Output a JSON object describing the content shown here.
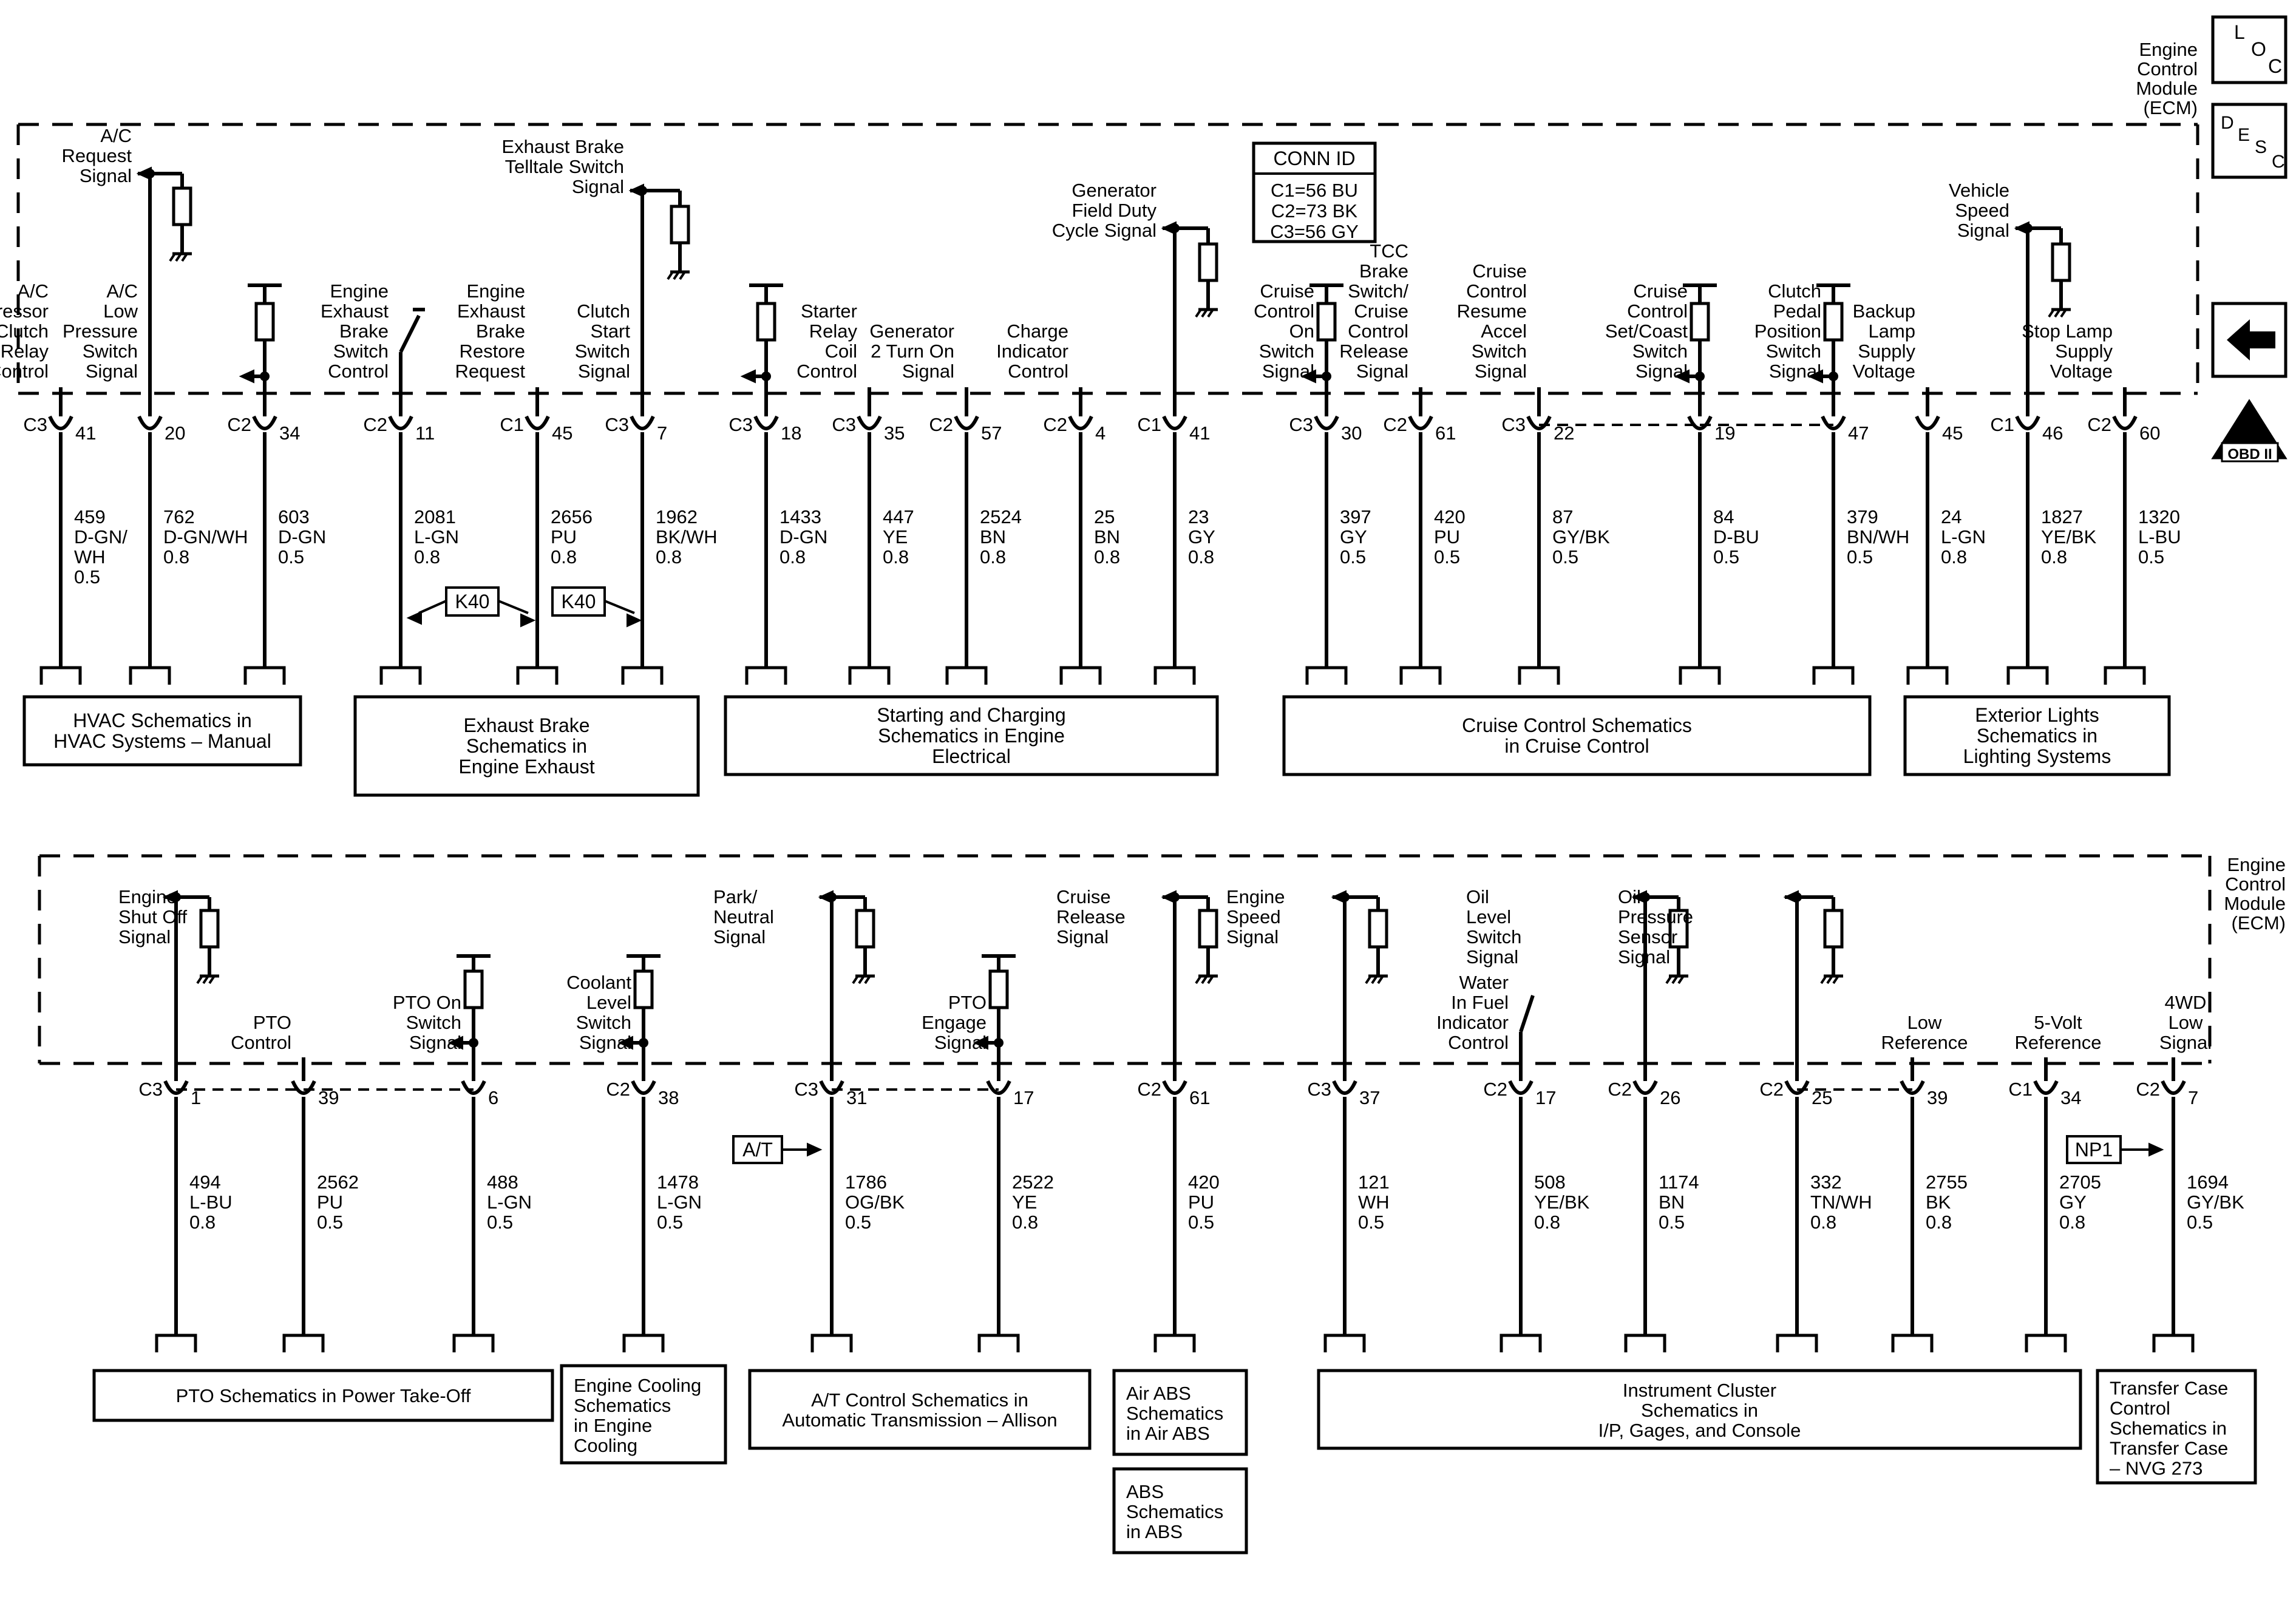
{
  "module": {
    "top_label": [
      "Engine",
      "Control",
      "Module",
      "(ECM)"
    ],
    "bottom_label": [
      "Engine",
      "Control",
      "Module",
      "(ECM)"
    ]
  },
  "side_icons": {
    "loc": [
      "L",
      "O",
      "C"
    ],
    "desc": [
      "D",
      "E",
      "S",
      "C"
    ],
    "obd": [
      "II",
      "OBD II"
    ]
  },
  "conn_id": {
    "title": "CONN ID",
    "lines": [
      "C1=56 BU",
      "C2=73 BK",
      "C3=56 GY"
    ]
  },
  "top_circuits": [
    {
      "conn": "C3",
      "pin": "41",
      "circuit": "459",
      "color": "D-GN/\nWH",
      "gauge": "0.5",
      "label": "A/C\nCompressor\nClutch\nRelay\nControl"
    },
    {
      "conn": "",
      "pin": "20",
      "circuit": "762",
      "color": "D-GN/WH",
      "gauge": "0.8",
      "label": "A/C\nLow\nPressure\nSwitch\nSignal"
    },
    {
      "conn": "C2",
      "pin": "34",
      "circuit": "603",
      "color": "D-GN",
      "gauge": "0.5",
      "label": ""
    },
    {
      "conn": "C2",
      "pin": "11",
      "circuit": "2081",
      "color": "L-GN",
      "gauge": "0.8",
      "label": "Engine\nExhaust\nBrake\nSwitch\nControl"
    },
    {
      "conn": "C1",
      "pin": "45",
      "circuit": "2656",
      "color": "PU",
      "gauge": "0.8",
      "label": "Engine\nExhaust\nBrake\nRestore\nRequest"
    },
    {
      "conn": "C3",
      "pin": "7",
      "circuit": "1962",
      "color": "BK/WH",
      "gauge": "0.8",
      "label": "Clutch\nStart\nSwitch\nSignal"
    },
    {
      "conn": "C3",
      "pin": "18",
      "circuit": "1433",
      "color": "D-GN",
      "gauge": "0.8",
      "label": ""
    },
    {
      "conn": "C3",
      "pin": "35",
      "circuit": "447",
      "color": "YE",
      "gauge": "0.8",
      "label": "Starter\nRelay\nCoil\nControl"
    },
    {
      "conn": "C2",
      "pin": "57",
      "circuit": "2524",
      "color": "BN",
      "gauge": "0.8",
      "label": "Generator\n2 Turn On\nSignal"
    },
    {
      "conn": "C2",
      "pin": "4",
      "circuit": "25",
      "color": "BN",
      "gauge": "0.8",
      "label": "Charge\nIndicator\nControl"
    },
    {
      "conn": "C1",
      "pin": "41",
      "circuit": "23",
      "color": "GY",
      "gauge": "0.8",
      "label": ""
    },
    {
      "conn": "C3",
      "pin": "30",
      "circuit": "397",
      "color": "GY",
      "gauge": "0.5",
      "label": "Cruise\nControl\nOn\nSwitch\nSignal"
    },
    {
      "conn": "C2",
      "pin": "61",
      "circuit": "420",
      "color": "PU",
      "gauge": "0.5",
      "label": "TCC\nBrake\nSwitch/\nCruise\nControl\nRelease\nSignal"
    },
    {
      "conn": "C3",
      "pin": "22",
      "circuit": "87",
      "color": "GY/BK",
      "gauge": "0.5",
      "label": "Cruise\nControl\nResume\nAccel\nSwitch\nSignal"
    },
    {
      "conn": "",
      "pin": "19",
      "circuit": "84",
      "color": "D-BU",
      "gauge": "0.5",
      "label": "Cruise\nControl\nSet/Coast\nSwitch\nSignal"
    },
    {
      "conn": "",
      "pin": "47",
      "circuit": "379",
      "color": "BN/WH",
      "gauge": "0.5",
      "label": "Clutch\nPedal\nPosition\nSwitch\nSignal"
    },
    {
      "conn": "",
      "pin": "45",
      "circuit": "24",
      "color": "L-GN",
      "gauge": "0.8",
      "label": "Backup\nLamp\nSupply\nVoltage"
    },
    {
      "conn": "C1",
      "pin": "46",
      "circuit": "1827",
      "color": "YE/BK",
      "gauge": "0.8",
      "label": ""
    },
    {
      "conn": "C2",
      "pin": "60",
      "circuit": "1320",
      "color": "L-BU",
      "gauge": "0.5",
      "label": "Stop Lamp\nSupply\nVoltage"
    }
  ],
  "top_signals": [
    "A/C\nRequest\nSignal",
    "Exhaust Brake\nTelltale Switch\nSignal",
    "Generator\nField Duty\nCycle Signal",
    "Vehicle\nSpeed\nSignal"
  ],
  "top_refs": [
    "K40",
    "K40"
  ],
  "top_boxes": [
    "HVAC Schematics in\nHVAC Systems – Manual",
    "Exhaust Brake\nSchematics in\nEngine Exhaust",
    "Starting and Charging\nSchematics in Engine\nElectrical",
    "Cruise Control Schematics\nin Cruise Control",
    "Exterior Lights\nSchematics in\nLighting Systems"
  ],
  "bottom_circuits": [
    {
      "conn": "C3",
      "pin": "1",
      "circuit": "494",
      "color": "L-BU",
      "gauge": "0.8",
      "label": ""
    },
    {
      "conn": "",
      "pin": "39",
      "circuit": "2562",
      "color": "PU",
      "gauge": "0.5",
      "label": "PTO\nControl"
    },
    {
      "conn": "",
      "pin": "6",
      "circuit": "488",
      "color": "L-GN",
      "gauge": "0.5",
      "label": "PTO On\nSwitch\nSignal"
    },
    {
      "conn": "C2",
      "pin": "38",
      "circuit": "1478",
      "color": "L-GN",
      "gauge": "0.5",
      "label": "Coolant\nLevel\nSwitch\nSignal"
    },
    {
      "conn": "C3",
      "pin": "31",
      "circuit": "1786",
      "color": "OG/BK",
      "gauge": "0.5",
      "label": ""
    },
    {
      "conn": "",
      "pin": "17",
      "circuit": "2522",
      "color": "YE",
      "gauge": "0.8",
      "label": "PTO\nEngage\nSignal"
    },
    {
      "conn": "C2",
      "pin": "61",
      "circuit": "420",
      "color": "PU",
      "gauge": "0.5",
      "label": ""
    },
    {
      "conn": "C3",
      "pin": "37",
      "circuit": "121",
      "color": "WH",
      "gauge": "0.5",
      "label": ""
    },
    {
      "conn": "C2",
      "pin": "17",
      "circuit": "508",
      "color": "YE/BK",
      "gauge": "0.8",
      "label": "Water\nIn Fuel\nIndicator\nControl"
    },
    {
      "conn": "C2",
      "pin": "26",
      "circuit": "1174",
      "color": "BN",
      "gauge": "0.5",
      "label": ""
    },
    {
      "conn": "C2",
      "pin": "25",
      "circuit": "332",
      "color": "TN/WH",
      "gauge": "0.8",
      "label": ""
    },
    {
      "conn": "",
      "pin": "39",
      "circuit": "2755",
      "color": "BK",
      "gauge": "0.8",
      "label": "Low\nReference"
    },
    {
      "conn": "C1",
      "pin": "34",
      "circuit": "2705",
      "color": "GY",
      "gauge": "0.8",
      "label": "5-Volt\nReference"
    },
    {
      "conn": "C2",
      "pin": "7",
      "circuit": "1694",
      "color": "GY/BK",
      "gauge": "0.5",
      "label": "4WD\nLow\nSignal"
    }
  ],
  "bottom_signals": [
    "Engine\nShut Off\nSignal",
    "Park/\nNeutral\nSignal",
    "Cruise\nRelease\nSignal",
    "Engine\nSpeed\nSignal",
    "Oil\nLevel\nSwitch\nSignal",
    "Oil\nPressure\nSensor\nSignal"
  ],
  "bottom_refs": [
    "A/T",
    "NP1"
  ],
  "bottom_boxes": [
    "PTO Schematics in Power Take-Off",
    "Engine Cooling\nSchematics\nin Engine\nCooling",
    "A/T Control Schematics in\nAutomatic Transmission – Allison",
    "Air ABS\nSchematics\nin Air ABS",
    "ABS\nSchematics\nin ABS",
    "Instrument Cluster\nSchematics in\nI/P, Gages, and Console",
    "Transfer Case\nControl\nSchematics in\nTransfer Case\n– NVG 273"
  ]
}
